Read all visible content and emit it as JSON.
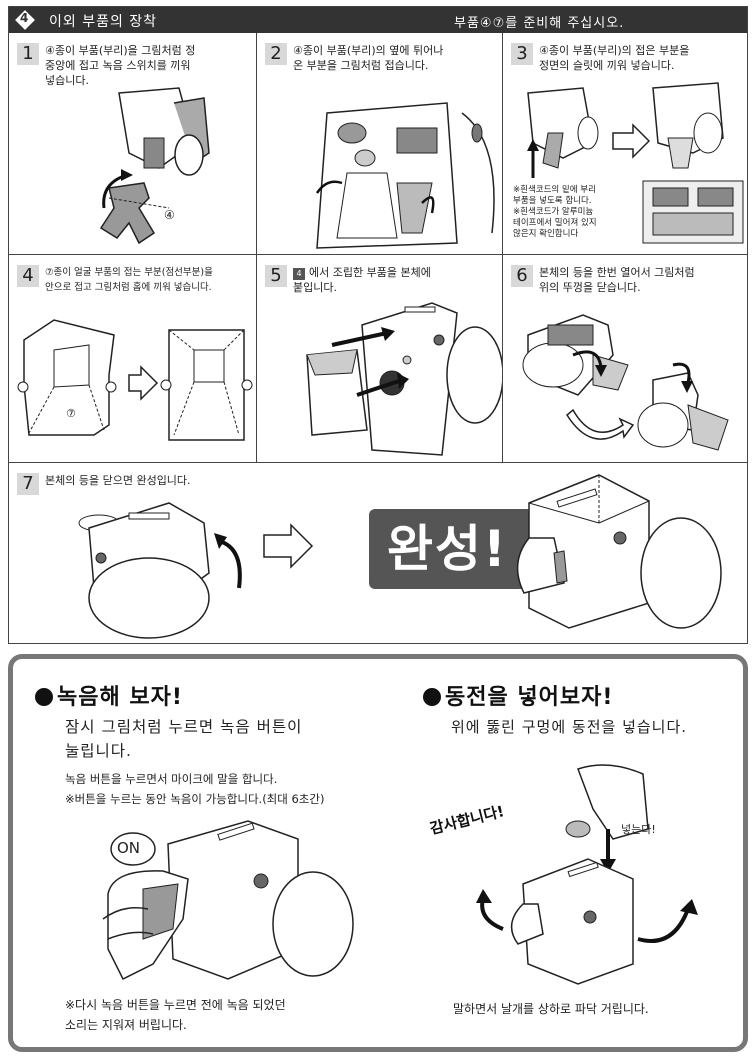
{
  "header": {
    "step_num": "4",
    "title": "이외 부품의 장착",
    "prep": "부품④⑦를 준비해 주십시오."
  },
  "steps": [
    {
      "num": "1",
      "lines": [
        "④종이 부품(부리)을 그림처럼 정",
        "중앙에 접고 녹음 스위치를 끼워",
        "넣습니다."
      ]
    },
    {
      "num": "2",
      "lines": [
        "④종이 부품(부리)의 옆에 튀어나",
        "온 부분을 그림처럼 접습니다."
      ]
    },
    {
      "num": "3",
      "lines": [
        "④종이 부품(부리)의 접은 부분을",
        "정면의 슬릿에 끼워 넣습니다."
      ]
    },
    {
      "num": "4",
      "lines": [
        "⑦종이 얼굴 부품의 접는 부분(점선부분)을",
        "안으로 접고 그림처럼 홈에 끼워 넣습니다."
      ]
    },
    {
      "num": "5",
      "badge": "4",
      "lines": [
        "에서 조립한 부품을 본체에",
        "붙입니다."
      ]
    },
    {
      "num": "6",
      "lines": [
        "본체의 등을 한번 열어서 그림처럼",
        "위의 뚜껑을 닫습니다."
      ]
    },
    {
      "num": "7",
      "lines": [
        "본체의 등을 닫으면 완성입니다."
      ]
    }
  ],
  "step3_notes": [
    "※흰색코드의 밑에 부리",
    "  부품을 넣도록 합니다.",
    "※흰색코드가 알루미늄",
    "  테이프에서 밀어져 있지",
    "  않은지 확인합니다"
  ],
  "part_labels": {
    "four": "④",
    "seven": "⑦"
  },
  "complete_label": "완성!",
  "record": {
    "heading": "녹음해 보자!",
    "lead": [
      "잠시 그림처럼 누르면 녹음 버튼이",
      "눌립니다."
    ],
    "body": [
      "녹음 버튼을 누르면서 마이크에 말을 합니다.",
      "※버튼을 누르는 동안 녹음이 가능합니다.(최대 6초간)"
    ],
    "on_label": "ON",
    "footer": [
      "※다시 녹음 버튼을 누르면 전에 녹음 되었던",
      "  소리는 지워져 버립니다."
    ]
  },
  "coin": {
    "heading": "동전을 넣어보자!",
    "lead": [
      "위에 뚫린 구멍에 동전을 넣습니다."
    ],
    "thanks": "감사합니다!",
    "put_label": "넣는다!",
    "footer": [
      "말하면서 날개를 상하로 파닥 거립니다."
    ]
  }
}
